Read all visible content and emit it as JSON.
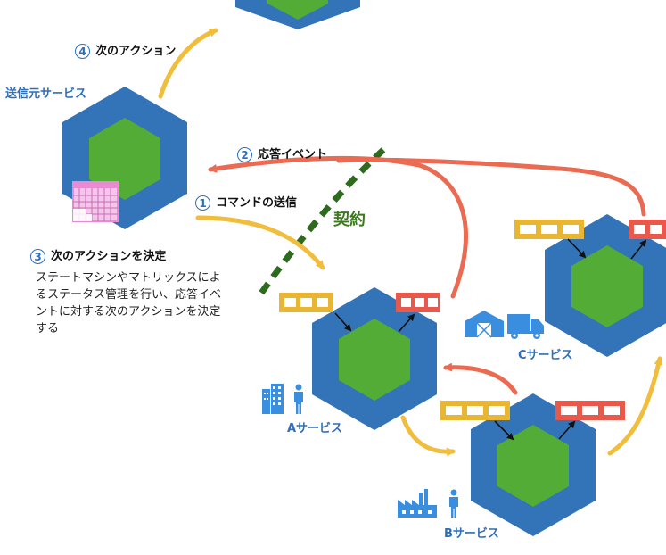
{
  "labels": {
    "step4": {
      "num": "4",
      "text": "次のアクション"
    },
    "step2": {
      "num": "2",
      "text": "応答イベント"
    },
    "step1": {
      "num": "1",
      "text": "コマンドの送信"
    },
    "step3": {
      "num": "3",
      "text": "次のアクションを決定"
    },
    "contract": "契約",
    "sender_service": "送信元サービス",
    "service_a": "Aサービス",
    "service_b": "Bサービス",
    "service_c": "Cサービス"
  },
  "description": "ステートマシンやマトリックスによるステータス管理を行い、応答イベントに対する次のアクションを決定する",
  "colors": {
    "hex_outer": "#3373b8",
    "hex_inner": "#52ac36",
    "command_queue": "#e9b634",
    "event_queue": "#e8594c",
    "arrow_yellow": "#f0bd3c",
    "arrow_red": "#eb6a52",
    "contract_line": "#2f6b1f",
    "icon_blue": "#3a8ee0",
    "calendar": "#e98ad2"
  },
  "icons": [
    "calendar-icon",
    "office-building-icon",
    "factory-icon",
    "warehouse-icon",
    "delivery-truck-icon",
    "person-icon"
  ]
}
